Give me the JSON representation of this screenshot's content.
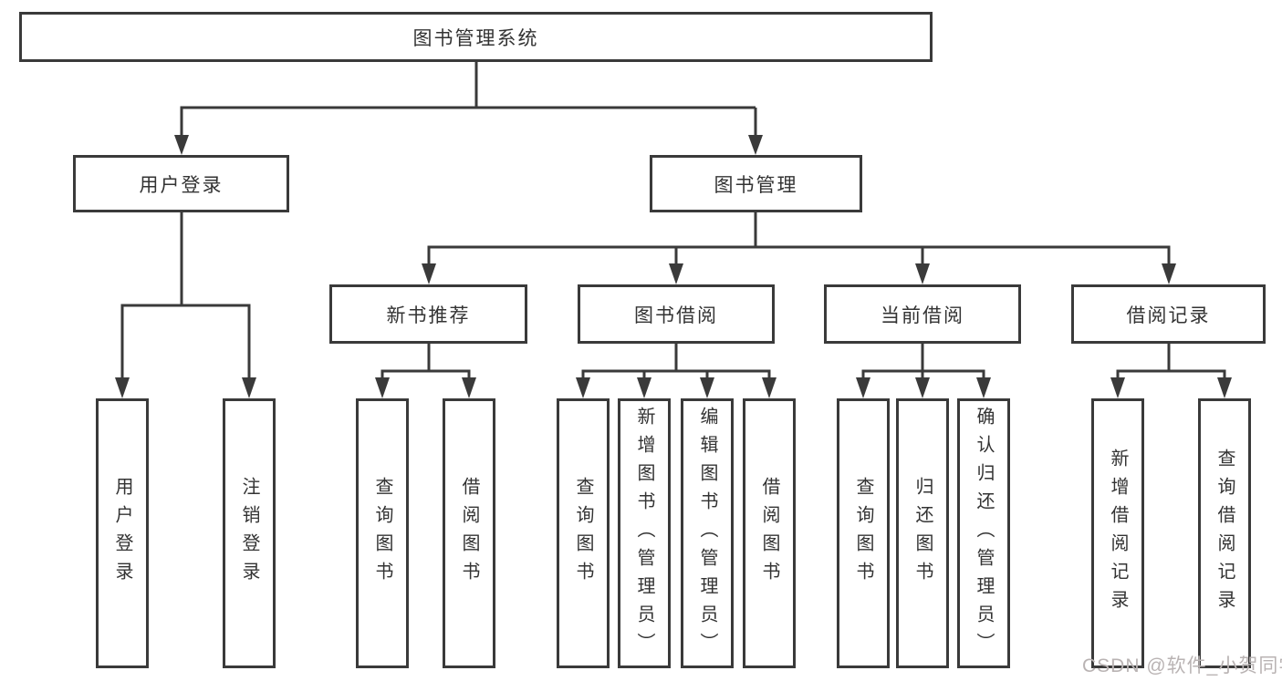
{
  "diagram": {
    "root_label": "图书管理系统",
    "nodes": {
      "user_login": "用户登录",
      "book_management": "图书管理",
      "new_book_recommend": "新书推荐",
      "book_borrow": "图书借阅",
      "current_borrow": "当前借阅",
      "borrow_records": "借阅记录"
    },
    "leaves": {
      "user_login": "用户登录",
      "logout": "注销登录",
      "recommend_query_book": "查询图书",
      "recommend_borrow_book": "借阅图书",
      "borrow_query_book": "查询图书",
      "borrow_add_book_admin": "新增图书（管理员）",
      "borrow_edit_book_admin": "编辑图书（管理员）",
      "borrow_borrow_book": "借阅图书",
      "current_query_book": "查询图书",
      "current_return_book": "归还图书",
      "current_confirm_return_admin": "确认归还（管理员）",
      "records_add_record": "新增借阅记录",
      "records_query_record": "查询借阅记录"
    },
    "watermark": "CSDN @软件_小贺同学"
  },
  "colors": {
    "line": "#3a3a3a",
    "text": "#333333",
    "watermark": "#b9b3b3",
    "background": "#ffffff"
  }
}
